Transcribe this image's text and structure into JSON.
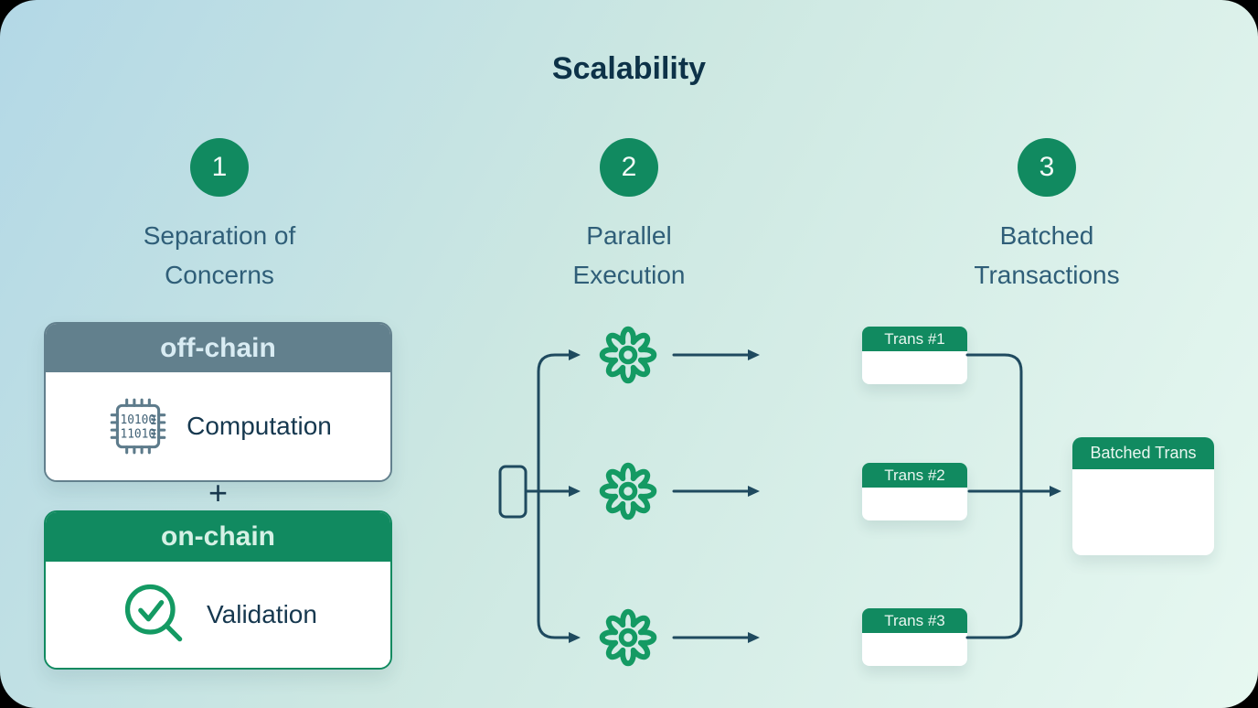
{
  "title": "Scalability",
  "steps": [
    {
      "number": "1",
      "label_lines": [
        "Separation of",
        "Concerns"
      ]
    },
    {
      "number": "2",
      "label_lines": [
        "Parallel",
        "Execution"
      ]
    },
    {
      "number": "3",
      "label_lines": [
        "Batched",
        "Transactions"
      ]
    }
  ],
  "separation_of_concerns": {
    "off_chain": {
      "header": "off-chain",
      "item": "Computation",
      "chip_binary_lines": [
        "10100",
        "11010"
      ]
    },
    "plus_sign": "+",
    "on_chain": {
      "header": "on-chain",
      "item": "Validation"
    }
  },
  "batched_transactions": {
    "inputs": [
      {
        "label": "Trans #1"
      },
      {
        "label": "Trans #2"
      },
      {
        "label": "Trans #3"
      }
    ],
    "output": {
      "label": "Batched Trans"
    }
  },
  "icons": {
    "chip": "cpu chip with binary digits",
    "magnifier_check": "magnifying glass with checkmark",
    "gear": "outlined cog wheel"
  },
  "colors": {
    "primary_green": "#118a60",
    "icon_green": "#149a63",
    "title_navy": "#0d3248",
    "label_slate": "#2f5e78",
    "connector": "#1f4a5f",
    "offchain_gray": "#62808d",
    "background_gradient_start": "#b3d8e6",
    "background_gradient_end": "#e7f8f1",
    "card_white": "#ffffff"
  }
}
